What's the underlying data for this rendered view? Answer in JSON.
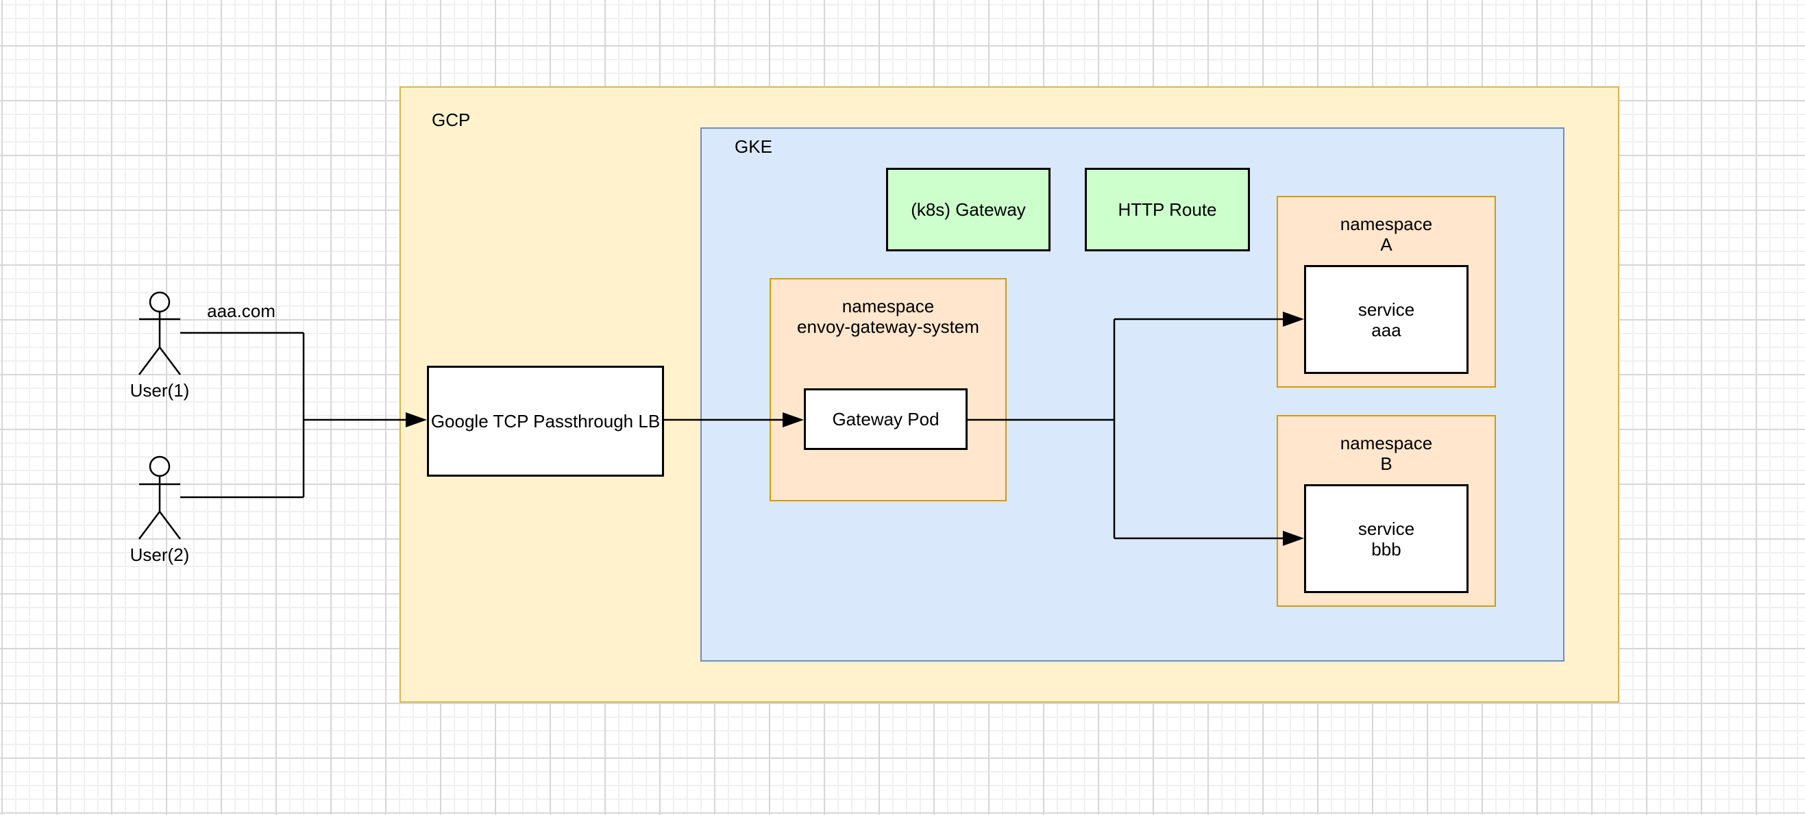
{
  "canvas": {
    "background_color": "#ffffff",
    "grid_minor_color": "#f0f0f0",
    "grid_major_color": "#d6d6d6",
    "connector_color": "#000000"
  },
  "actors": {
    "user1": {
      "label": "User(1)"
    },
    "user2": {
      "label": "User(2)"
    }
  },
  "edge_labels": {
    "domain": "aaa.com"
  },
  "containers": {
    "gcp": {
      "label": "GCP",
      "fill": "#fff2cc",
      "stroke": "#d6b656"
    },
    "gke": {
      "label": "GKE",
      "fill": "#dae8fc",
      "stroke": "#6c8ebf"
    },
    "ns_envoy": {
      "label": "namespace\nenvoy-gateway-system",
      "fill": "#ffe6cc",
      "stroke": "#d79b00"
    },
    "ns_a": {
      "label": "namespace\nA",
      "fill": "#ffe6cc",
      "stroke": "#d79b00"
    },
    "ns_b": {
      "label": "namespace\nB",
      "fill": "#ffe6cc",
      "stroke": "#d79b00"
    }
  },
  "nodes": {
    "lb": {
      "label": "Google TCP Passthrough LB",
      "fill": "#ffffff",
      "stroke": "#000000"
    },
    "k8s_gateway": {
      "label": "(k8s) Gateway",
      "fill": "#ccffcc",
      "stroke": "#000000"
    },
    "http_route": {
      "label": "HTTP Route",
      "fill": "#ccffcc",
      "stroke": "#000000"
    },
    "gateway_pod": {
      "label": "Gateway Pod",
      "fill": "#ffffff",
      "stroke": "#000000"
    },
    "service_aaa": {
      "label": "service\naaa",
      "fill": "#ffffff",
      "stroke": "#000000"
    },
    "service_bbb": {
      "label": "service\nbbb",
      "fill": "#ffffff",
      "stroke": "#000000"
    }
  }
}
